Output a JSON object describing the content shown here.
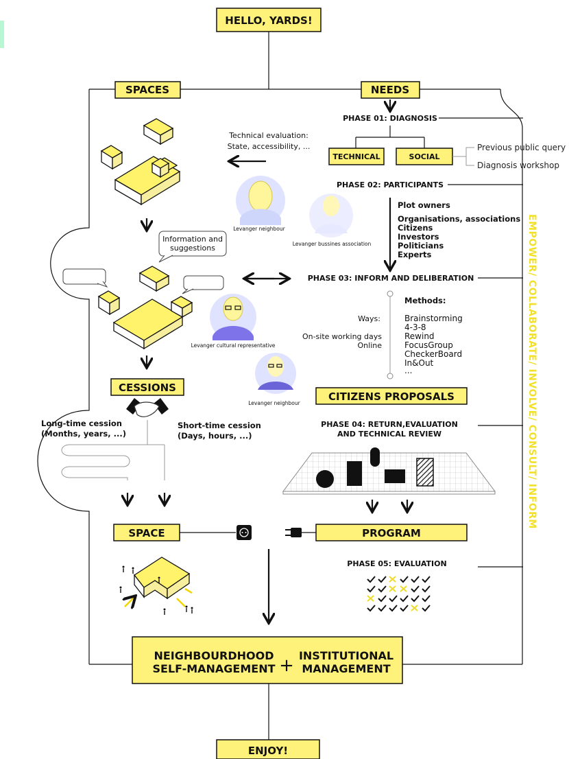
{
  "title": "HELLO, YARDS!",
  "spaces_label": "SPACES",
  "needs_label": "NEEDS",
  "phase1": "PHASE 01: DIAGNOSIS",
  "technical": "TECHNICAL",
  "social": "SOCIAL",
  "previous_query": "Previous public query",
  "diagnosis_workshop": "Diagnosis workshop",
  "tech_eval_line1": "Technical evaluation:",
  "tech_eval_line2": "State, accessibility, ...",
  "phase2": "PHASE 02: PARTICIPANTS",
  "participants": {
    "plot_owners": "Plot owners",
    "list": [
      "Organisations, associations",
      "Citizens",
      "Investors",
      "Politicians",
      "Experts"
    ]
  },
  "people": {
    "neighbour1": "Levanger neighbour",
    "business": "Levanger bussines association",
    "cultural": "Levanger cultural representative",
    "neighbour2": "Levanger neighbour"
  },
  "info_bubble": [
    "Information and",
    "suggestions"
  ],
  "phase3": "PHASE 03: INFORM AND DELIBERATION",
  "methods_label": "Methods:",
  "methods": [
    "Brainstorming",
    "4-3-8",
    "Rewind",
    "FocusGroup",
    "CheckerBoard",
    "In&Out",
    "..."
  ],
  "ways_label": "Ways:",
  "ways": [
    "On-site working days",
    "Online"
  ],
  "citizens_proposals": "CITIZENS PROPOSALS",
  "cessions_label": "CESSIONS",
  "long_cession": [
    "Long-time cession",
    "(Months, years, ...)"
  ],
  "short_cession": [
    "Short-time cession",
    "(Days, hours, ...)"
  ],
  "phase4": [
    "PHASE 04: RETURN,EVALUATION",
    "AND TECHNICAL REVIEW"
  ],
  "space_label": "SPACE",
  "program_label": "PROGRAM",
  "phase5": "PHASE 05: EVALUATION",
  "evaluation_grid": [
    [
      "check",
      "check",
      "cross",
      "check",
      "check",
      "check"
    ],
    [
      "check",
      "check",
      "cross",
      "cross",
      "check",
      "check"
    ],
    [
      "cross",
      "check",
      "check",
      "check",
      "check",
      "check"
    ],
    [
      "check",
      "check",
      "check",
      "check",
      "cross",
      "check"
    ]
  ],
  "neighbourhood": [
    "NEIGHBOURDHOOD",
    "SELF-MANAGEMENT"
  ],
  "plus": "+",
  "institutional": [
    "INSTITUTIONAL",
    "MANAGEMENT"
  ],
  "enjoy": "ENJOY!",
  "side_label": "EMPOWER/ COLLABORATE/ INVOLVE/ CONSULT/ INFORM",
  "colors": {
    "accent": "#fff27a",
    "side": "#f2e02a",
    "avatar": "#cfd6fb"
  }
}
